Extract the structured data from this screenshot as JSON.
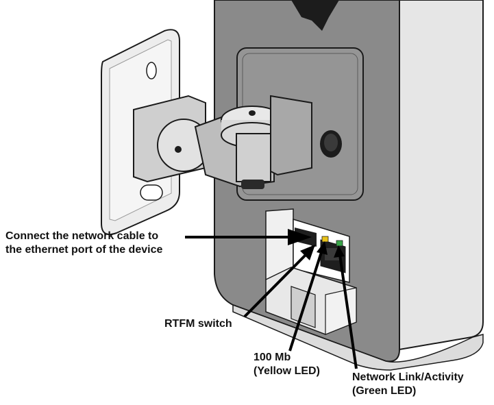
{
  "labels": {
    "network_cable": {
      "line1": "Connect the network cable to",
      "line2": "the ethernet port of the device"
    },
    "rtfm_switch": "RTFM switch",
    "led_100mb": {
      "line1": "100 Mb",
      "line2": "(Yellow LED)"
    },
    "led_link": {
      "line1": "Network Link/Activity",
      "line2": "(Green LED)"
    }
  },
  "colors": {
    "device_body": "#8a8a8a",
    "device_light": "#d4d4d4",
    "bracket": "#e8e8e8",
    "outline": "#1a1a1a",
    "port": "#1e1e1e",
    "led_yellow": "#e8c21a",
    "led_green": "#3aa64a",
    "arrow": "#000000"
  }
}
